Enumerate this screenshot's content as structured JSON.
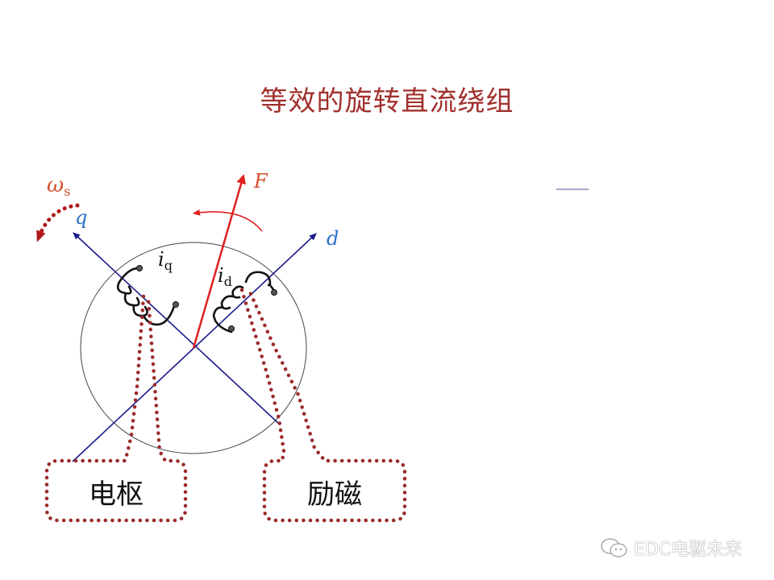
{
  "title": "等效的旋转直流绕组",
  "labels": {
    "omega": "ω",
    "omega_sub": "s",
    "q_axis": "q",
    "d_axis": "d",
    "force": "F",
    "iq": "i",
    "iq_sub": "q",
    "id": "i",
    "id_sub": "d"
  },
  "boxes": {
    "armature": "电枢",
    "excitation": "励磁"
  },
  "watermark": "EDC电驱未来",
  "colors": {
    "title": "#a0302c",
    "axis": "#1a1a8c",
    "axis_label": "#2a6fc9",
    "force": "#e02020",
    "dotted": "#9a2a2a",
    "coil": "#111111"
  }
}
